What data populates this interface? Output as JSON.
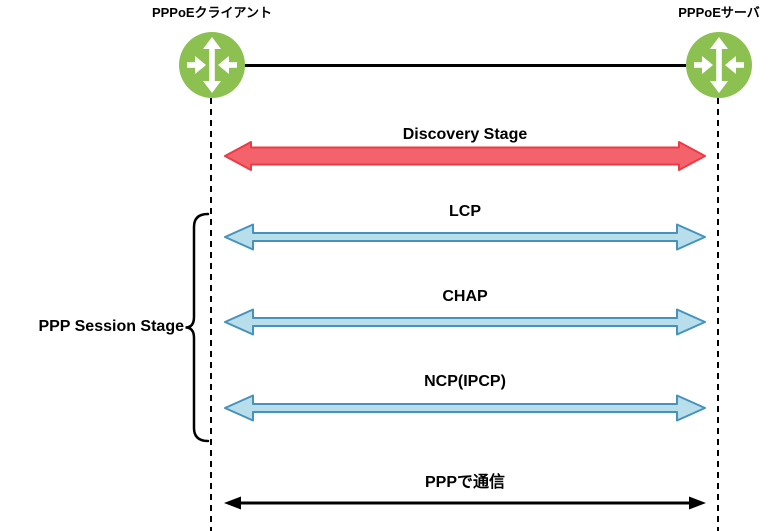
{
  "diagram": {
    "title": "PPPoE negotiation stages diagram",
    "nodes": {
      "left": {
        "label": "PPPoEクライアント",
        "icon": "router-icon"
      },
      "right": {
        "label": "PPPoEサーバ",
        "icon": "router-icon"
      }
    },
    "stages": [
      {
        "id": "discovery",
        "label": "Discovery Stage",
        "arrow_style": "red-thick-double"
      },
      {
        "id": "lcp",
        "label": "LCP",
        "arrow_style": "blue-thin-double"
      },
      {
        "id": "chap",
        "label": "CHAP",
        "arrow_style": "blue-thin-double"
      },
      {
        "id": "ncp",
        "label": "NCP(IPCP)",
        "arrow_style": "blue-thin-double"
      },
      {
        "id": "ppp",
        "label": "PPPで通信",
        "arrow_style": "black-line-double"
      }
    ],
    "group": {
      "label": "PPP Session Stage",
      "members": [
        "LCP",
        "CHAP",
        "NCP(IPCP)"
      ]
    },
    "colors": {
      "node_green": "#8CC152",
      "red_arrow_fill": "#F4626C",
      "red_arrow_stroke": "#EC3B45",
      "blue_arrow_fill": "#B8DDEB",
      "blue_arrow_stroke": "#4593BC",
      "black": "#000000",
      "background": "#FFFFFF"
    }
  }
}
